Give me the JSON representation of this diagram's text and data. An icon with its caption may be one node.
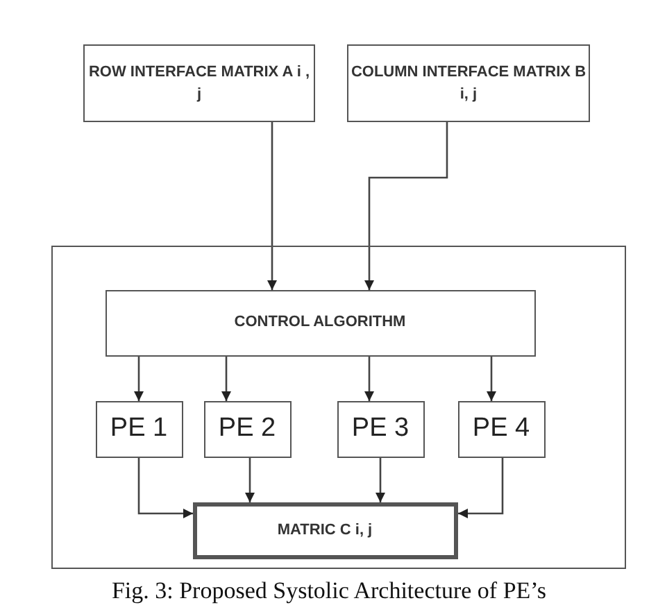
{
  "diagram": {
    "caption": "Fig. 3: Proposed Systolic Architecture of PE’s",
    "nodes": [
      {
        "text": [
          "ROW INTERFACE MATRIX A i , j"
        ]
      },
      {
        "text": [
          "COLUMN INTERFACE MATRIX B i, j"
        ]
      },
      {
        "text": [],
        "shape": "box"
      },
      {
        "text": [
          "CONTROL ALGORITHM"
        ],
        "in": 2
      },
      {
        "text": [
          "PE 1"
        ],
        "in": 2
      },
      {
        "text": [
          "PE 2"
        ],
        "in": 2
      },
      {
        "text": [
          "PE 3"
        ],
        "in": 2
      },
      {
        "text": [
          "PE 4"
        ],
        "in": 2
      },
      {
        "text": [
          "MATRIC C i, j"
        ],
        "in": 2
      }
    ],
    "edges": [
      {
        "from": 0,
        "to": 3,
        "arrow": "to"
      },
      {
        "from": 1,
        "to": 3,
        "arrow": "to"
      },
      {
        "from": 3,
        "to": 4,
        "arrow": "to"
      },
      {
        "from": 3,
        "to": 5,
        "arrow": "to"
      },
      {
        "from": 3,
        "to": 6,
        "arrow": "to"
      },
      {
        "from": 3,
        "to": 7,
        "arrow": "to"
      },
      {
        "from": 4,
        "to": 8,
        "arrow": "to"
      },
      {
        "from": 5,
        "to": 8,
        "arrow": "to"
      },
      {
        "from": 6,
        "to": 8,
        "arrow": "to"
      },
      {
        "from": 7,
        "to": 8,
        "arrow": "to"
      }
    ]
  }
}
